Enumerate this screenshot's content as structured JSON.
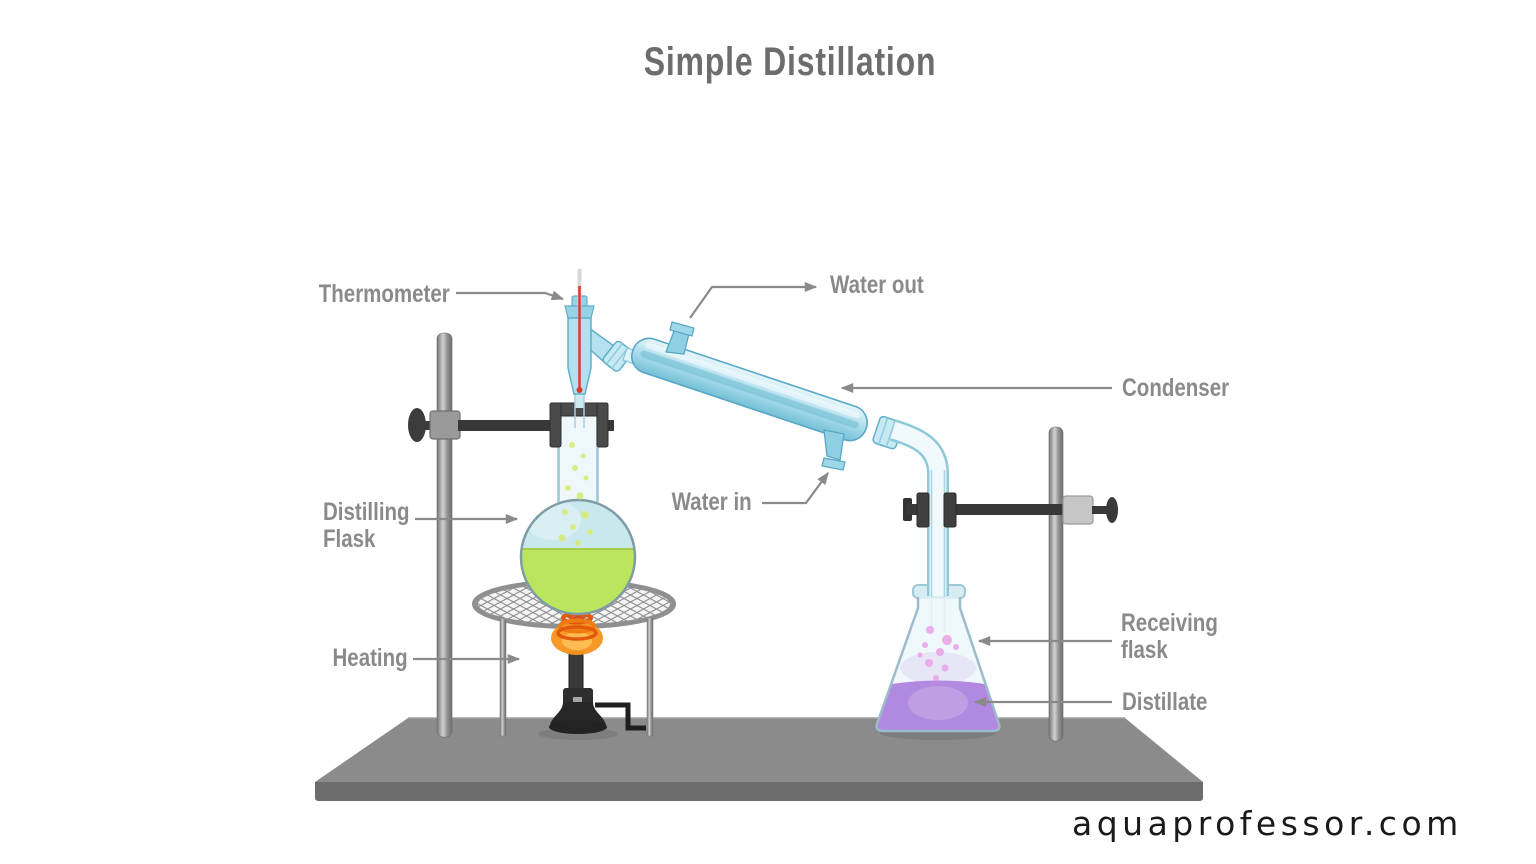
{
  "title": "Simple Distillation",
  "watermark": "aquaprofessor.com",
  "labels": {
    "thermometer": "Thermometer",
    "water_out": "Water out",
    "condenser": "Condenser",
    "water_in": "Water in",
    "distilling_flask": "Distilling\nFlask",
    "heating": "Heating",
    "receiving_flask": "Receiving\nflask",
    "distillate": "Distillate"
  },
  "colors": {
    "label_gray": "#8a8a8a",
    "title_gray": "#6d6d6d",
    "glass_blue": "#a9dcec",
    "boiling_liquid_green": "#bce55e",
    "distillate_purple": "#b289e0",
    "flame_orange": "#f5941e",
    "bench_gray": "#8b8b8b",
    "bench_edge_gray": "#6c6c6c",
    "thermometer_red": "#e0392e",
    "bubble_green": "#d6ec7a",
    "droplet_pink": "#eaa6e6"
  }
}
